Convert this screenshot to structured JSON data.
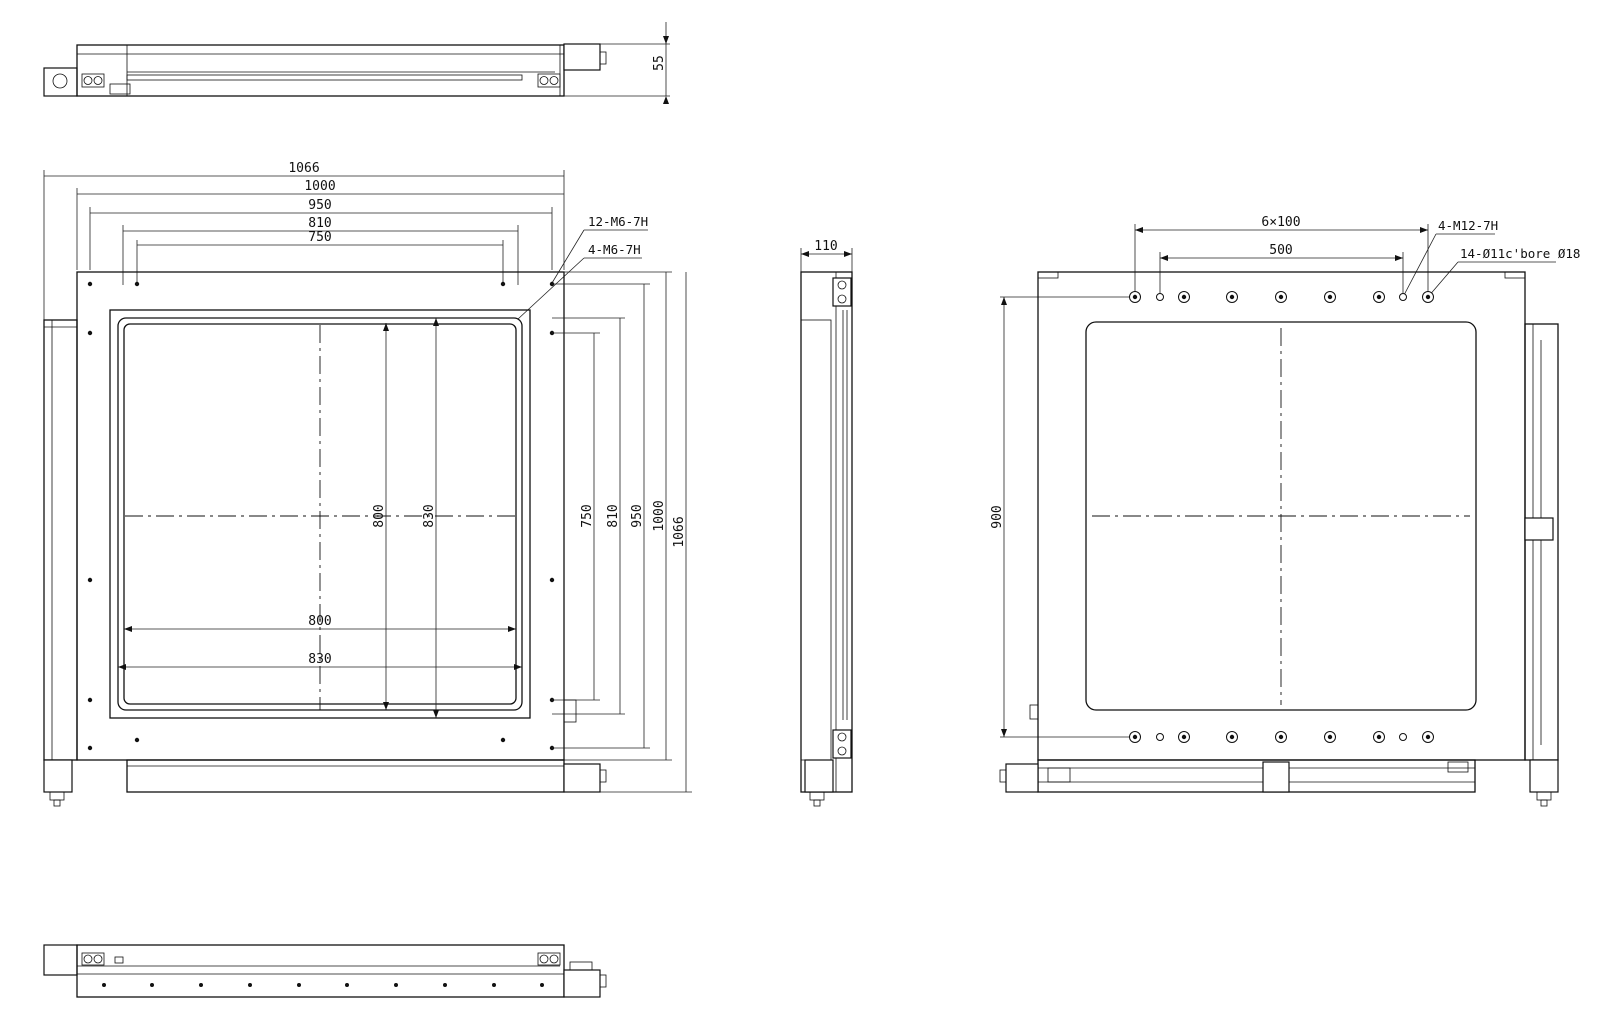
{
  "drawing": {
    "top_view": {
      "height_dim": "55"
    },
    "front_view": {
      "dims_horizontal": [
        "1066",
        "1000",
        "950",
        "810",
        "750"
      ],
      "inner_dims_horizontal": [
        "800",
        "830"
      ],
      "inner_dims_vertical": [
        "800",
        "830"
      ],
      "dims_vertical_right": [
        "750",
        "810",
        "950",
        "1000",
        "1066"
      ],
      "callout_tapped_12": "12-M6-7H",
      "callout_tapped_4": "4-M6-7H"
    },
    "side_view": {
      "width_dim": "110"
    },
    "back_view": {
      "pitch_dim": "6×100",
      "span_dim": "500",
      "height_dim": "900",
      "callout_m12": "4-M12-7H",
      "callout_cbore": "14-Ø11c'bore Ø18"
    }
  }
}
